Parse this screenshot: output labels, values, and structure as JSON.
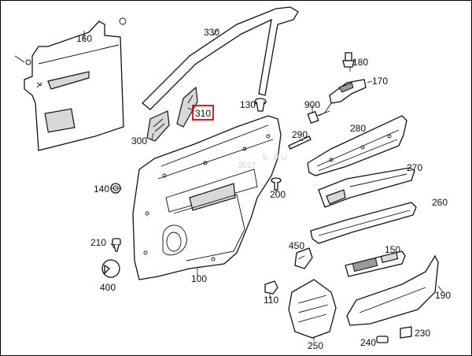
{
  "diagram": {
    "watermark": "S . R U",
    "watermark_year": "2017",
    "highlighted_part": "310",
    "highlight_color": "#e00000",
    "parts": [
      {
        "id": "p160",
        "number": "160"
      },
      {
        "id": "p330",
        "number": "330"
      },
      {
        "id": "p180",
        "number": "180"
      },
      {
        "id": "p170",
        "number": "170"
      },
      {
        "id": "p130",
        "number": "130"
      },
      {
        "id": "p310",
        "number": "310"
      },
      {
        "id": "p900",
        "number": "900"
      },
      {
        "id": "p300",
        "number": "300"
      },
      {
        "id": "p290",
        "number": "290"
      },
      {
        "id": "p280",
        "number": "280"
      },
      {
        "id": "p270",
        "number": "270"
      },
      {
        "id": "p140",
        "number": "140"
      },
      {
        "id": "p200",
        "number": "200"
      },
      {
        "id": "p260",
        "number": "260"
      },
      {
        "id": "p210",
        "number": "210"
      },
      {
        "id": "p450",
        "number": "450"
      },
      {
        "id": "p150",
        "number": "150"
      },
      {
        "id": "p400",
        "number": "400"
      },
      {
        "id": "p100",
        "number": "100"
      },
      {
        "id": "p190",
        "number": "190"
      },
      {
        "id": "p110",
        "number": "110"
      },
      {
        "id": "p250",
        "number": "250"
      },
      {
        "id": "p240",
        "number": "240"
      },
      {
        "id": "p230",
        "number": "230"
      }
    ]
  }
}
